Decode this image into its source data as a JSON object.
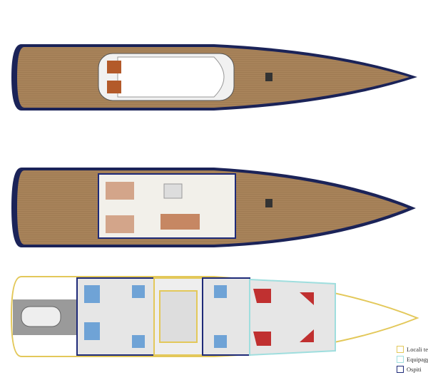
{
  "legend": [
    {
      "label": "Locali tec",
      "color": "#e3c85a"
    },
    {
      "label": "Equipaggio",
      "color": "#9fdede"
    },
    {
      "label": "Ospiti",
      "color": "#1e2a78"
    }
  ],
  "colors": {
    "deck": "#a8835a",
    "hull": "#1b2358",
    "interior": "#f2f0ea"
  }
}
